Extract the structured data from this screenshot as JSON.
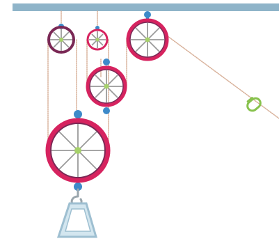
{
  "colors": {
    "ceiling": "#8fb4c9",
    "rope": "#d8b19a",
    "rim_outer": "#d6235f",
    "rim_inner": "#7a2855",
    "spoke": "#9a9a9a",
    "hub": "#a6d16a",
    "connector": "#3d8ac9",
    "ring": "#88c24d",
    "hook": "#9aa6ad",
    "weight_fill": "#d3e6ef",
    "weight_stroke": "#9ebfd1",
    "background": "#ffffff"
  },
  "icons": {
    "ceiling": "ceiling-beam",
    "pulley": "pulley-wheel",
    "hook": "hook-icon",
    "weight": "weight-block",
    "pull_ring": "pull-ring"
  }
}
